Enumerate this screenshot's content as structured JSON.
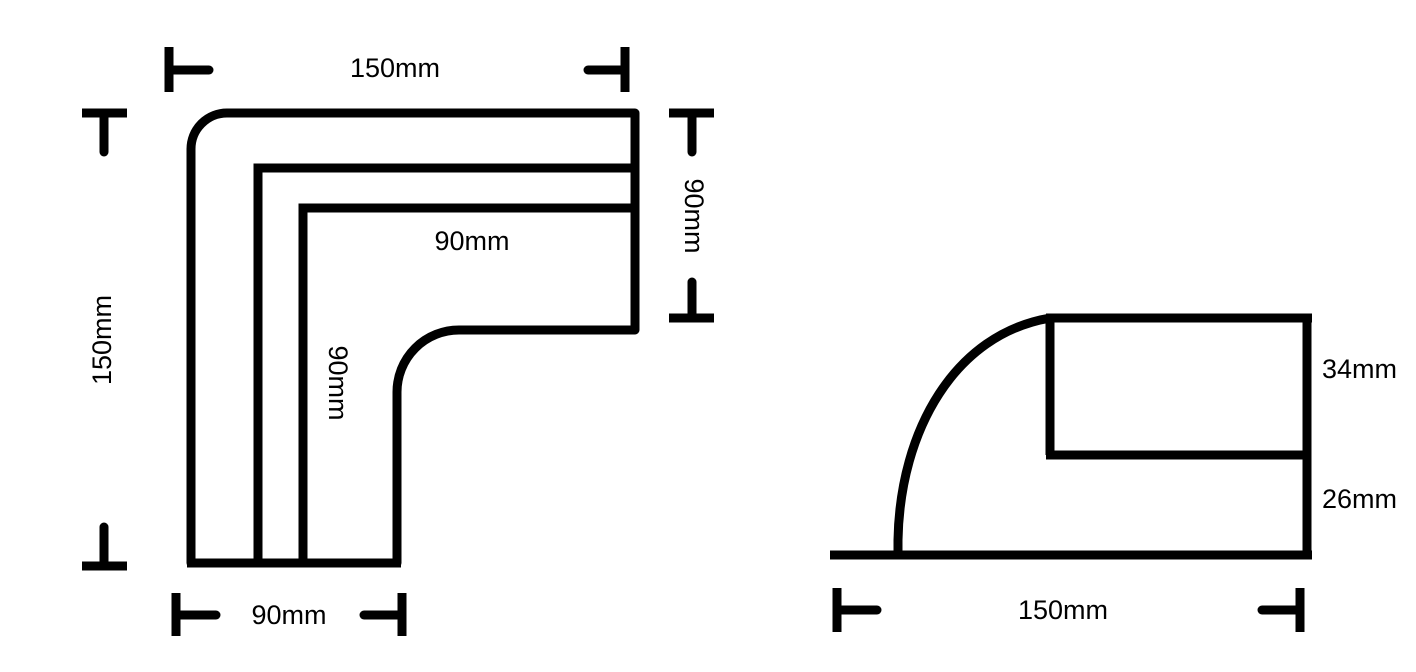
{
  "drawing": {
    "title": "Corner trunking profile technical drawing",
    "background_color": "#ffffff",
    "line_color": "#000000",
    "units": "mm",
    "views": [
      {
        "id": "plan-view",
        "name": "plan-view",
        "description": "L-shaped corner bend plan view with three nested profile lines"
      },
      {
        "id": "section-view",
        "name": "section-view",
        "description": "Side section view showing curved front face and stepped rear profile"
      }
    ]
  },
  "plan_view": {
    "dimensions": {
      "top_width": {
        "label": "150mm",
        "value": 150,
        "orientation": "horizontal",
        "name": "dimension-top-width"
      },
      "left_height": {
        "label": "150mm",
        "value": 150,
        "orientation": "vertical-ccw",
        "name": "dimension-left-height"
      },
      "right_height": {
        "label": "90mm",
        "value": 90,
        "orientation": "vertical-cw",
        "name": "dimension-right-height"
      },
      "bottom_width": {
        "label": "90mm",
        "value": 90,
        "orientation": "horizontal",
        "name": "dimension-bottom-width"
      },
      "inner_horizontal": {
        "label": "90mm",
        "value": 90,
        "orientation": "horizontal",
        "name": "dimension-inner-horizontal"
      },
      "inner_vertical": {
        "label": "90mm",
        "value": 90,
        "orientation": "vertical-cw",
        "name": "dimension-inner-vertical"
      }
    }
  },
  "section_view": {
    "dimensions": {
      "upper_height": {
        "label": "34mm",
        "value": 34,
        "orientation": "horizontal",
        "name": "dimension-upper-height"
      },
      "lower_height": {
        "label": "26mm",
        "value": 26,
        "orientation": "horizontal",
        "name": "dimension-lower-height"
      },
      "base_width": {
        "label": "150mm",
        "value": 150,
        "orientation": "horizontal",
        "name": "dimension-base-width"
      }
    }
  }
}
